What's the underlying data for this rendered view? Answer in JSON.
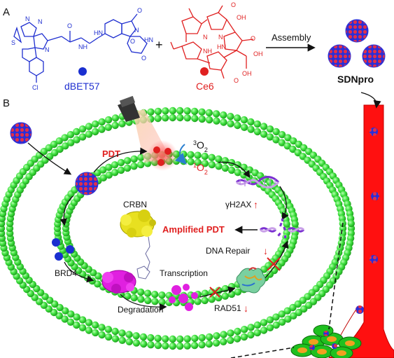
{
  "panel_a": {
    "letter": "A",
    "drug": {
      "name": "dBET57",
      "color": "#1f2fd0"
    },
    "photosensitizer": {
      "name": "Ce6",
      "color": "#e02020"
    },
    "plus": "+",
    "assembly_label": "Assembly",
    "product": {
      "name": "SDNpro"
    },
    "structure_atoms": {
      "S": "S",
      "N": "N",
      "NH": "NH",
      "HN": "HN",
      "O": "O",
      "Cl": "Cl",
      "OH": "OH"
    }
  },
  "panel_b": {
    "letter": "B",
    "pdt": "PDT",
    "oxygen_triplet": "O",
    "oxygen_triplet_sup": "3",
    "oxygen_triplet_sub": "2",
    "oxygen_singlet": "O",
    "oxygen_singlet_sup": "1",
    "oxygen_singlet_sub": "2",
    "crbn": "CRBN",
    "brd4": "BRD4",
    "transcription": "Transcription",
    "degradation": "Degradation",
    "gamma_h2ax": "γH2AX",
    "amplified_pdt": "Amplified PDT",
    "dna_repair": "DNA Repair",
    "rad51": "RAD51",
    "up_arrow": "↑",
    "down_arrow": "↓"
  },
  "colors": {
    "drug_blue": "#1f2fd0",
    "ce6_red": "#e02020",
    "membrane_green": "#3fe03f",
    "vessel_red": "#ff1010",
    "degrader_magenta": "#e020e0",
    "crbn_yellow": "#e8e020",
    "pdt_red": "#e02020"
  }
}
